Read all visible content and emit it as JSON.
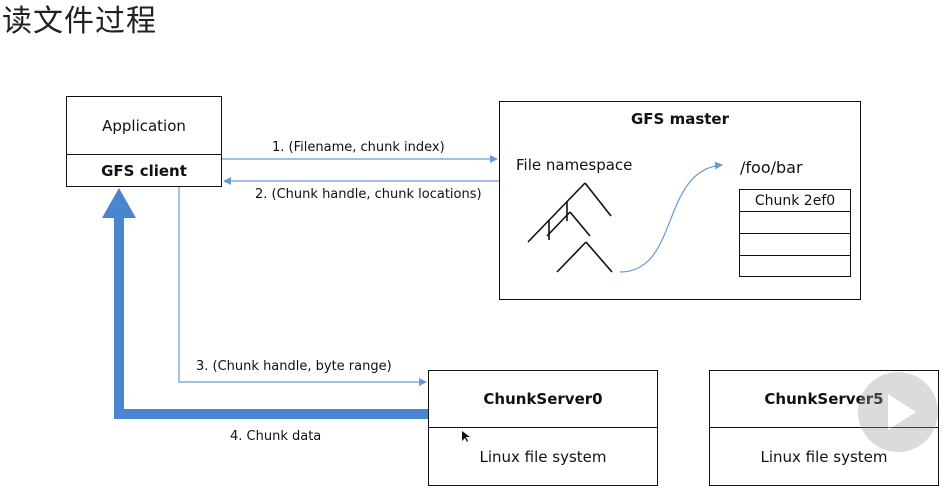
{
  "title": "读文件过程",
  "application": {
    "app_label": "Application",
    "client_label": "GFS client"
  },
  "master": {
    "title": "GFS master",
    "namespace_label": "File namespace",
    "path": "/foo/bar",
    "chunk_rows": [
      "Chunk  2ef0",
      "",
      "",
      ""
    ]
  },
  "messages": {
    "m1": "1. (Filename, chunk index)",
    "m2": "2. (Chunk handle, chunk locations)",
    "m3": "3. (Chunk handle, byte range)",
    "m4": "4. Chunk data"
  },
  "chunkserver0": {
    "name": "ChunkServer0",
    "fs": "Linux file system"
  },
  "chunkserver5": {
    "name": "ChunkServer5",
    "fs": "Linux file system"
  },
  "colors": {
    "arrow_thin": "#6a9ad6",
    "arrow_thick": "#4a86d0",
    "border": "#111111"
  },
  "icons": [
    "play-icon",
    "tree-icon",
    "cursor-icon"
  ]
}
